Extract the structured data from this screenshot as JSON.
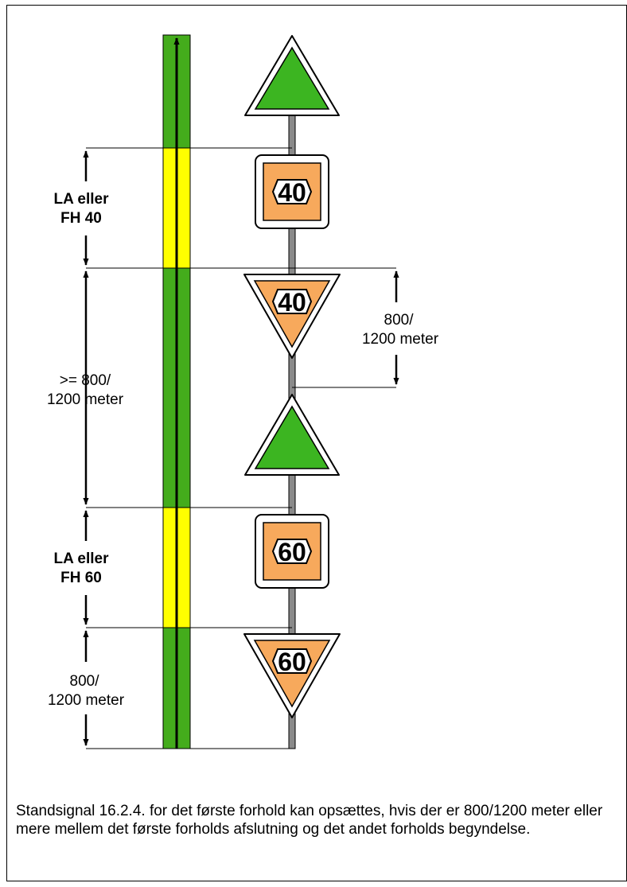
{
  "colors": {
    "green": "#44AC1C",
    "yellow": "#FFFF00",
    "orange": "#F7A95C",
    "sign_green": "#3CB521"
  },
  "signs": [
    {
      "kind": "green-triangle"
    },
    {
      "kind": "square",
      "value": "40"
    },
    {
      "kind": "inverted-triangle",
      "value": "40"
    },
    {
      "kind": "green-triangle"
    },
    {
      "kind": "square",
      "value": "60"
    },
    {
      "kind": "inverted-triangle",
      "value": "60"
    }
  ],
  "labels": {
    "la40_line1": "LA eller",
    "la40_line2": "FH 40",
    "right_line1": "800/",
    "right_line2": "1200 meter",
    "mid_line1": ">= 800/",
    "mid_line2": "1200 meter",
    "la60_line1": "LA eller",
    "la60_line2": "FH 60",
    "bottom_line1": "800/",
    "bottom_line2": "1200 meter"
  },
  "caption": "Standsignal 16.2.4. for det første forhold kan opsættes, hvis der er 800/1200 meter eller mere mellem det første forholds afslutning og det andet forholds begyndelse."
}
